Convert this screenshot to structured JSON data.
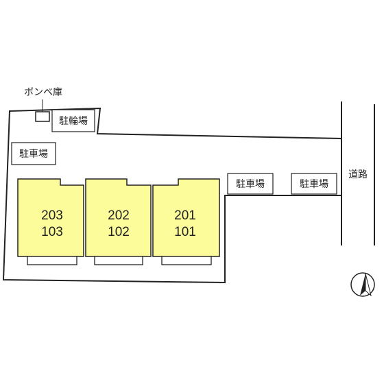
{
  "labels": {
    "gas_storage": "ボンベ庫",
    "bicycle_parking": "駐輪場",
    "parking_left": "駐車場",
    "parking_right_1": "駐車場",
    "parking_right_2": "駐車場",
    "road": "道路"
  },
  "units": [
    {
      "upper": "203",
      "lower": "103"
    },
    {
      "upper": "202",
      "lower": "102"
    },
    {
      "upper": "201",
      "lower": "101"
    }
  ],
  "colors": {
    "unit_fill": "#fcfc9a",
    "line": "#222222"
  },
  "compass": {
    "icon": "north-arrow-icon"
  }
}
